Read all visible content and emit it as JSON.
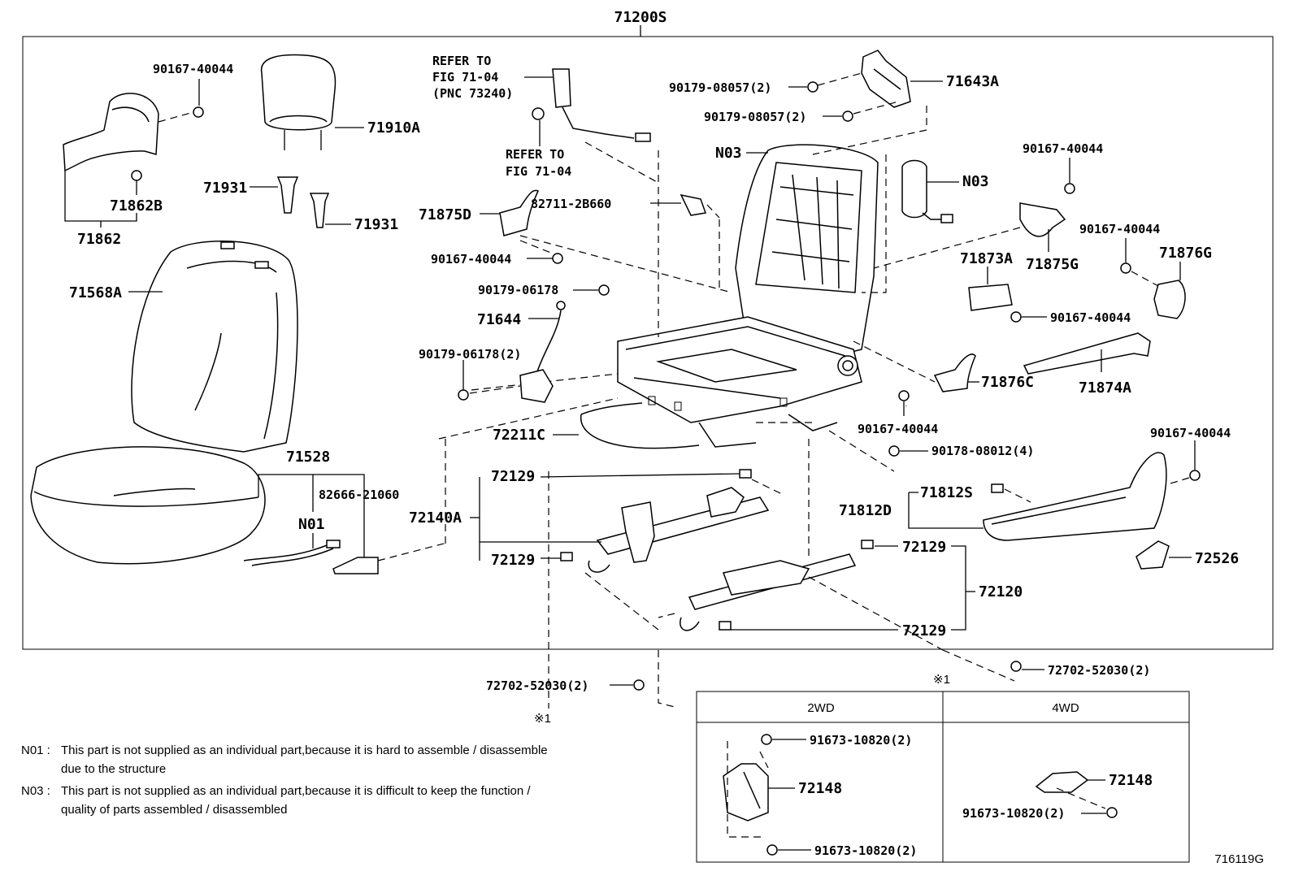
{
  "diagram": {
    "assembly_no": "71200S",
    "figure_code": "716119G",
    "refer": {
      "upper": [
        "REFER TO",
        "FIG 71-04",
        "(PNC 73240)"
      ],
      "lower": [
        "REFER TO",
        "FIG 71-04"
      ]
    },
    "labels": {
      "p90167_40044_a": "90167-40044",
      "p71910A": "71910A",
      "p71931_a": "71931",
      "p71931_b": "71931",
      "p71862B": "71862B",
      "p71862": "71862",
      "p71568A": "71568A",
      "p71528": "71528",
      "p82666_21060": "82666-21060",
      "pN01": "N01",
      "pN03_a": "N03",
      "pN03_b": "N03",
      "p90179_08057_a": "90179-08057(2)",
      "p90179_08057_b": "90179-08057(2)",
      "p71643A": "71643A",
      "p71875D": "71875D",
      "p82711_2B660": "82711-2B660",
      "p90167_40044_b": "90167-40044",
      "p90179_06178_a": "90179-06178",
      "p71644": "71644",
      "p90179_06178_b": "90179-06178(2)",
      "p90167_40044_c": "90167-40044",
      "p90167_40044_d": "90167-40044",
      "p71876G": "71876G",
      "p71873A": "71873A",
      "p71875G": "71875G",
      "p90167_40044_e": "90167-40044",
      "p71876C": "71876C",
      "p71874A": "71874A",
      "p90167_40044_f": "90167-40044",
      "p90178_08012": "90178-08012(4)",
      "p90167_40044_g": "90167-40044",
      "p72211C": "72211C",
      "p72129_a": "72129",
      "p72129_b": "72129",
      "p72129_c": "72129",
      "p72129_d": "72129",
      "p72140A": "72140A",
      "p71812S": "71812S",
      "p71812D": "71812D",
      "p72526": "72526",
      "p72120": "72120",
      "p72702_52030_a": "72702-52030(2)",
      "p72702_52030_b": "72702-52030(2)",
      "mark_a": "※1",
      "mark_b": "※1"
    },
    "inset": {
      "col_2wd": "2WD",
      "col_4wd": "4WD",
      "p91673_a": "91673-10820(2)",
      "p91673_b": "91673-10820(2)",
      "p91673_c": "91673-10820(2)",
      "p72148_a": "72148",
      "p72148_b": "72148"
    },
    "notes": [
      {
        "code": "N01 :",
        "lines": [
          "This part is not supplied as an individual part,because it is hard to assemble / disassemble",
          "due to the structure"
        ]
      },
      {
        "code": "N03 :",
        "lines": [
          "This part is not supplied as an individual part,because it is difficult to keep the function /",
          "quality of parts assembled / disassembled"
        ]
      }
    ]
  }
}
